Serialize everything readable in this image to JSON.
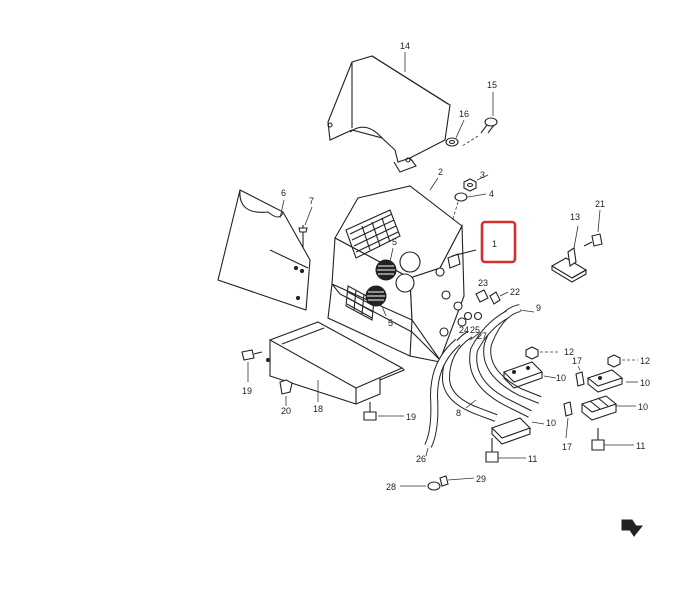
{
  "labels": {
    "p1": "1",
    "p2": "2",
    "p3": "3",
    "p4": "4",
    "p5a": "5",
    "p5b": "5",
    "p6": "6",
    "p7": "7",
    "p8": "8",
    "p9": "9",
    "p10a": "10",
    "p10b": "10",
    "p10c": "10",
    "p10d": "10",
    "p11a": "11",
    "p11b": "11",
    "p12a": "12",
    "p12b": "12",
    "p13": "13",
    "p14": "14",
    "p15": "15",
    "p16": "16",
    "p17a": "17",
    "p17b": "17",
    "p18": "18",
    "p19a": "19",
    "p19b": "19",
    "p20": "20",
    "p21": "21",
    "p22": "22",
    "p23": "23",
    "p24": "24",
    "p25": "25",
    "p26": "26",
    "p27": "27",
    "p28": "28",
    "p29": "29"
  },
  "highlight": {
    "color": "#d32f2f",
    "target_label": "1"
  },
  "icons": {
    "direction_arrow": "direction-arrow-icon"
  }
}
